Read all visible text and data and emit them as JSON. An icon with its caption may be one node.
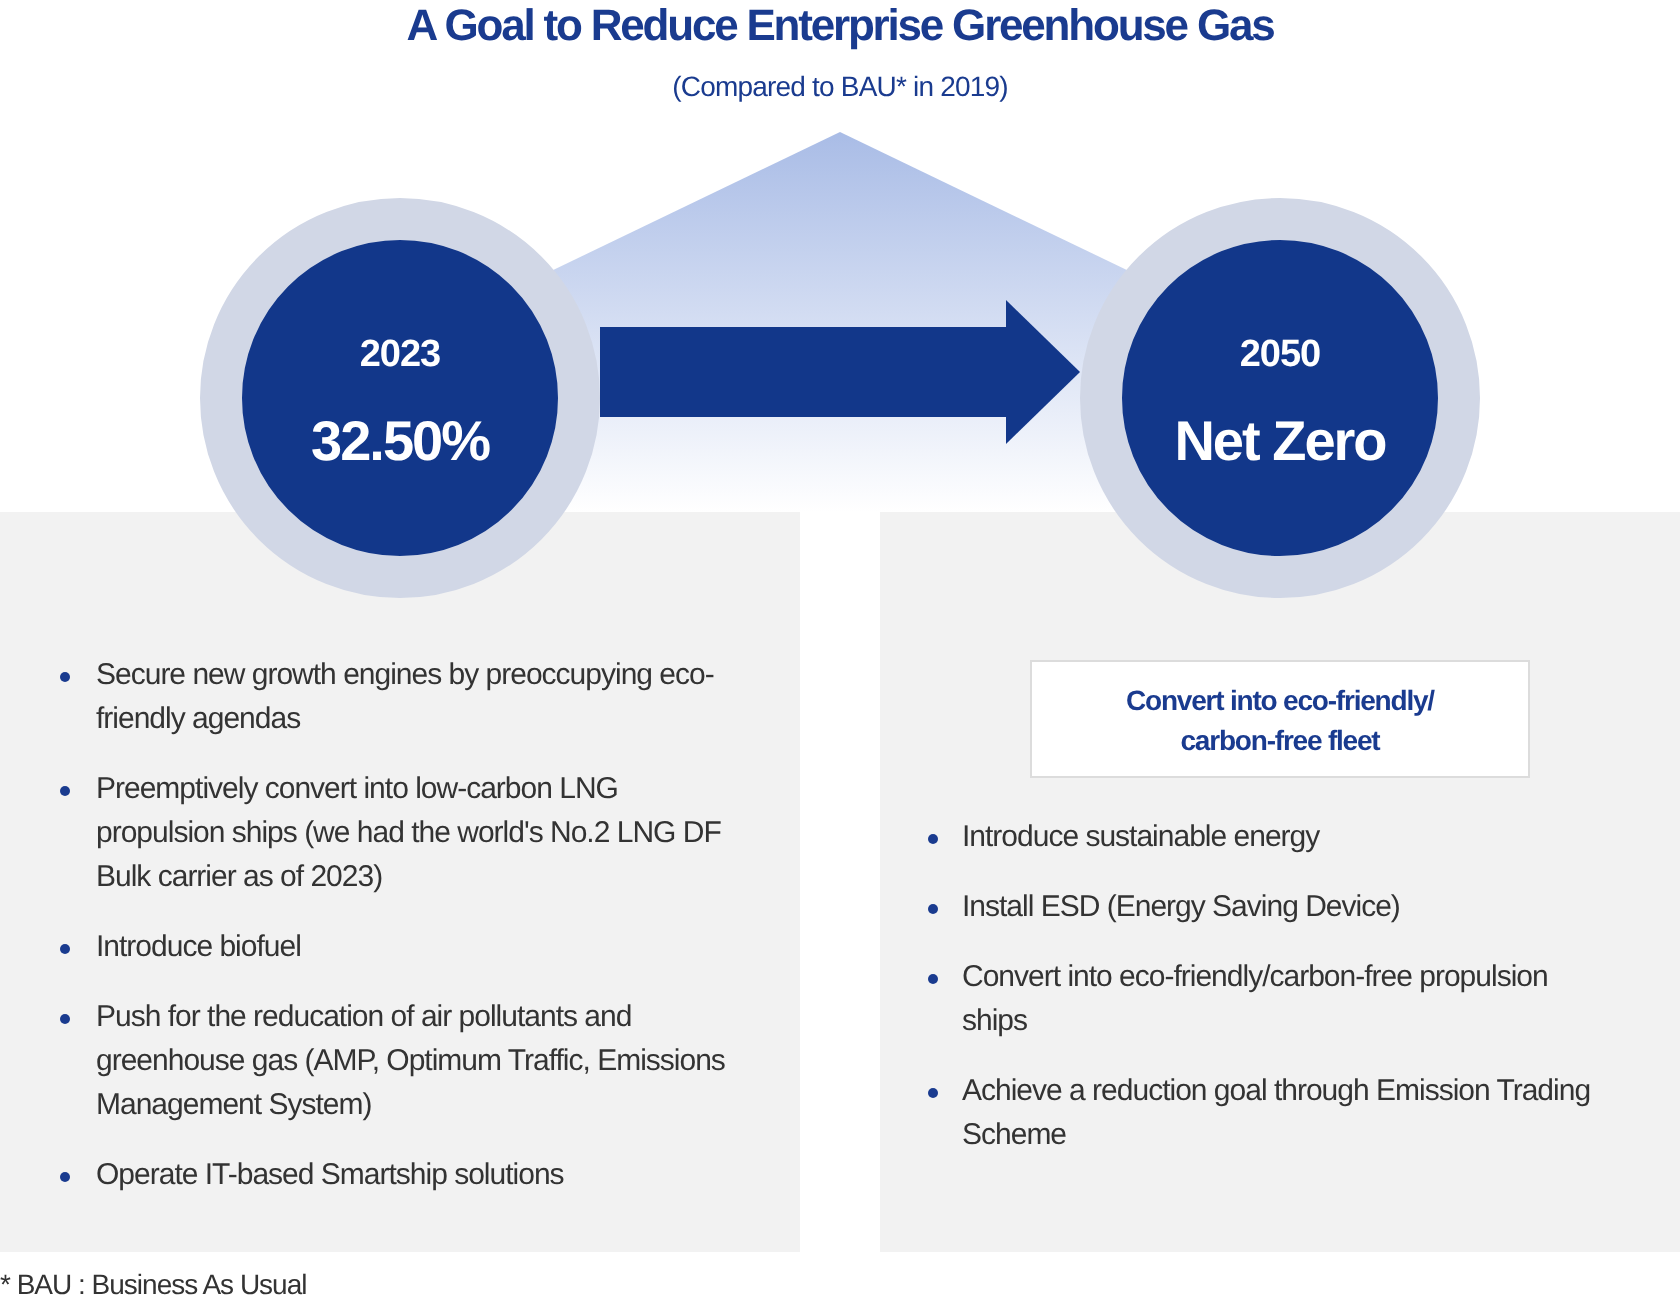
{
  "diagram": {
    "title": "A Goal to Reduce Enterprise Greenhouse Gas",
    "nodes": [
      {
        "text": [
          "2023",
          "32.50%"
        ]
      },
      {
        "text": [
          "2050",
          "Net Zero"
        ]
      },
      {
        "text": [
          "Secure new growth engines by preoccupying eco-friendly agendas",
          "Preemptively convert into low-carbon LNG propulsion ships (we had the world's No.2 LNG DF Bulk carrier as of 2023)",
          "Introduce biofuel",
          "Push for the reducation of air pollutants and greenhouse gas (AMP, Optimum Traffic, Emissions Management System)",
          "Operate IT-based Smartship solutions"
        ]
      },
      {
        "text": [
          "Introduce sustainable energy",
          "Install ESD (Energy Saving Device)",
          "Convert into eco-friendly/carbon-free propulsion ships",
          "Achieve a reduction goal through Emission Trading Scheme"
        ]
      },
      {
        "text": [
          "Convert into eco-friendly/ carbon-free fleet"
        ],
        "in": 3
      }
    ],
    "edges": [
      {
        "from": 0,
        "to": 1,
        "arrow": "to"
      }
    ],
    "labels": [
      "(Compared to BAU* in 2019)",
      "* BAU : Business As Usual"
    ]
  }
}
